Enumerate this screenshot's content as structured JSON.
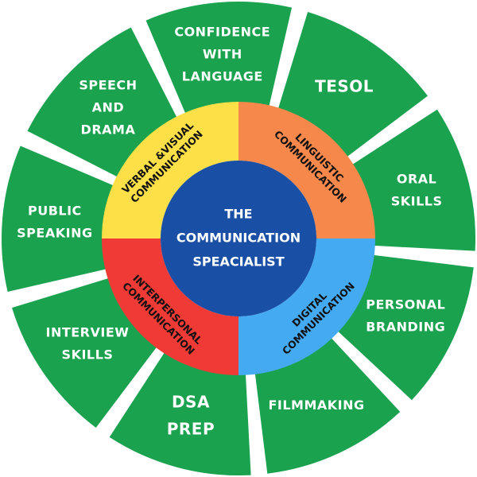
{
  "center": {
    "lines": [
      "THE",
      "COMMUNICATION",
      "SPEACIALIST"
    ],
    "color": "#1a4fa6"
  },
  "quadrants": [
    {
      "id": "verbal-visual",
      "lines": [
        "VERBAL &VISUAL",
        "COMMUNICATION"
      ],
      "color": "#fde047"
    },
    {
      "id": "linguistic",
      "lines": [
        "LINGUISTIC",
        "COMMUNICATION"
      ],
      "color": "#f5884a"
    },
    {
      "id": "digital",
      "lines": [
        "DIGITAL",
        "COMMUNICATION"
      ],
      "color": "#44aaf2"
    },
    {
      "id": "interpersonal",
      "lines": [
        "INTERPERSONAL",
        "COMMUNICATION"
      ],
      "color": "#ef3a36"
    }
  ],
  "segments": [
    {
      "id": "confidence-with-language",
      "lines": [
        "CONFIDENCE",
        "WITH",
        "LANGUAGE"
      ],
      "big": false
    },
    {
      "id": "tesol",
      "lines": [
        "TESOL"
      ],
      "big": true
    },
    {
      "id": "oral-skills",
      "lines": [
        "ORAL",
        "SKILLS"
      ],
      "big": false
    },
    {
      "id": "personal-branding",
      "lines": [
        "PERSONAL",
        "BRANDING"
      ],
      "big": false
    },
    {
      "id": "filmmaking",
      "lines": [
        "FILMMAKING"
      ],
      "big": false
    },
    {
      "id": "dsa-prep",
      "lines": [
        "DSA",
        "PREP"
      ],
      "big": true
    },
    {
      "id": "interview-skills",
      "lines": [
        "INTERVIEW",
        "SKILLS"
      ],
      "big": false
    },
    {
      "id": "public-speaking",
      "lines": [
        "PUBLIC",
        "SPEAKING"
      ],
      "big": false
    },
    {
      "id": "speech-and-drama",
      "lines": [
        "SPEECH",
        "AND",
        "DRAMA"
      ],
      "big": false
    }
  ],
  "colors": {
    "segment": "#1aa24f",
    "gap": "#ffffff"
  }
}
